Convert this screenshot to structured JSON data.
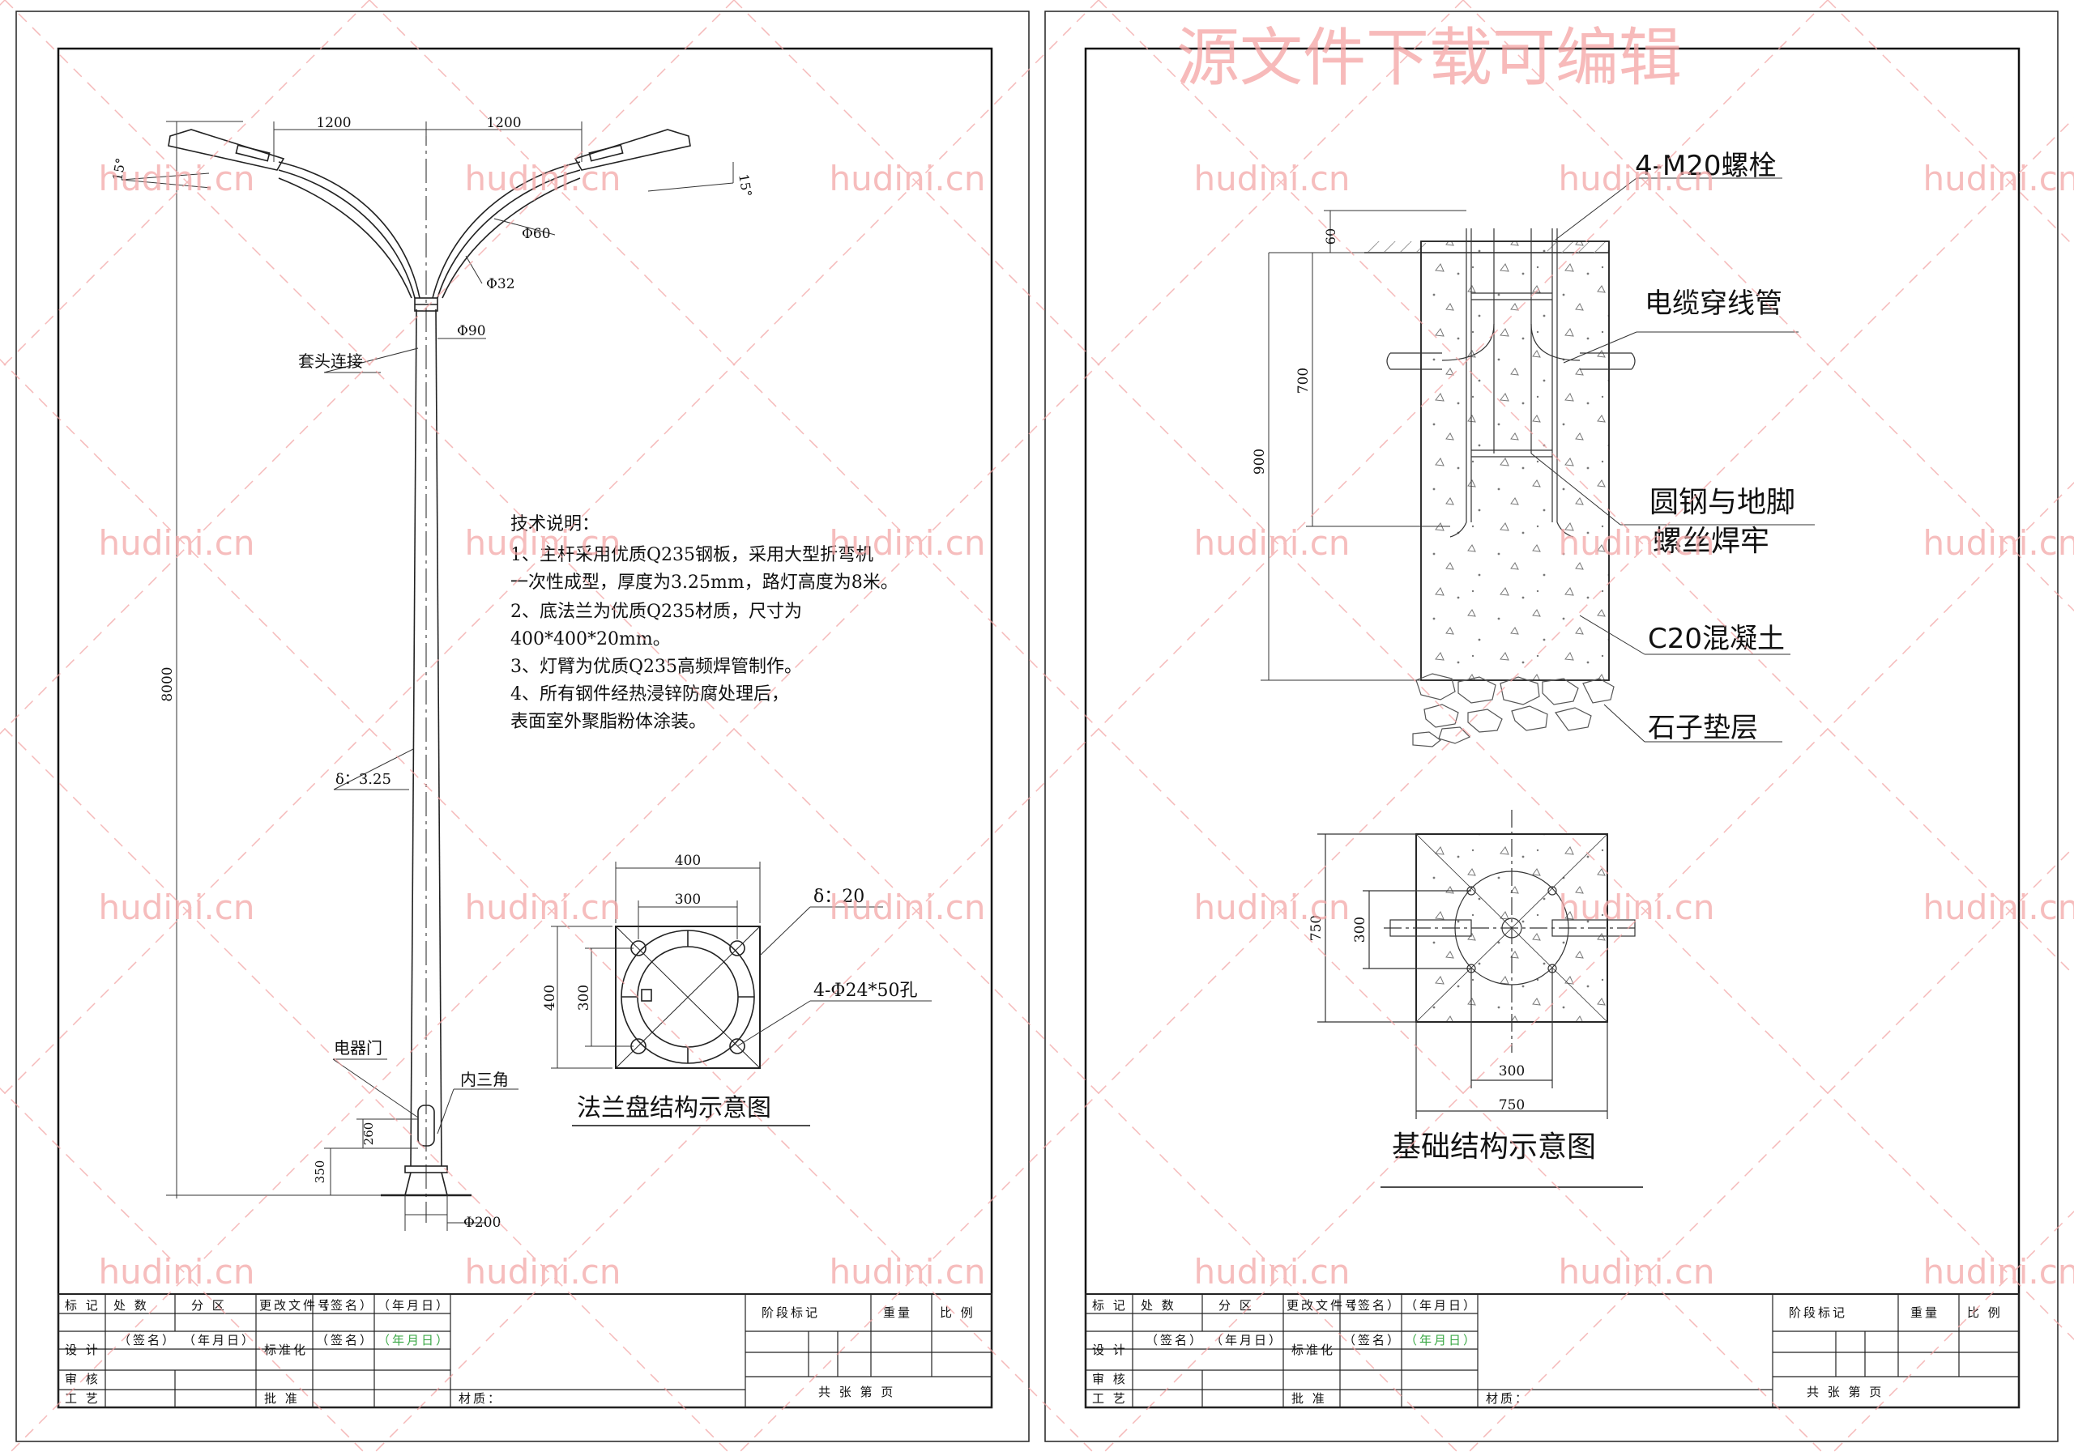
{
  "sheet_left": {
    "dims": {
      "arm_left": "1200",
      "arm_right": "1200",
      "angle_left": "15°",
      "angle_right": "15°",
      "arm_pipe_outer": "Φ60",
      "arm_pipe_inner": "Φ32",
      "pole_top": "Φ90",
      "pole_height": "8000",
      "pole_bottom": "Φ200",
      "door_height": "260",
      "door_offset": "350"
    },
    "labels": {
      "sleeve_joint": "套头连接",
      "wall_thickness": "δ：3.25",
      "electrical_door": "电器门",
      "inner_triangle": "内三角"
    },
    "tech_notes": {
      "title": "技术说明：",
      "lines": [
        "1、主杆采用优质Q235钢板，采用大型折弯机",
        "一次性成型，厚度为3.25mm，路灯高度为8米。",
        "2、底法兰为优质Q235材质，尺寸为",
        "400*400*20mm。",
        "3、灯臂为优质Q235高频焊管制作。",
        "4、所有钢件经热浸锌防腐处理后，",
        "表面室外聚脂粉体涂装。"
      ]
    },
    "flange": {
      "title": "法兰盘结构示意图",
      "width_outer": "400",
      "width_inner": "300",
      "height_outer": "400",
      "height_inner": "300",
      "thickness": "δ：20",
      "holes": "4-Φ24*50孔"
    },
    "title_block": {
      "mark": "标 记",
      "count": "处 数",
      "zone": "分 区",
      "change_doc": "更改文件号",
      "sign": "（签名）",
      "date": "（年月日）",
      "design": "设 计",
      "standardize": "标准化",
      "review": "审 核",
      "process": "工 艺",
      "approve": "批 准",
      "material": "材质：",
      "stage_mark": "阶段标记",
      "weight": "重量",
      "scale": "比 例",
      "sheets": "共    张    第    页"
    }
  },
  "sheet_right": {
    "watermark_title": "源文件下载可编辑",
    "labels": {
      "bolt": "4-M20螺栓",
      "cable_conduit": "电缆穿线管",
      "weld_line1": "圆钢与地脚",
      "weld_line2": "螺丝焊牢",
      "concrete": "C20混凝土",
      "gravel": "石子垫层"
    },
    "dims": {
      "top": "60",
      "bolt_depth": "700",
      "total_depth": "900",
      "plan_height_outer": "750",
      "plan_height_inner": "300",
      "plan_width_inner": "300",
      "plan_width_outer": "750"
    },
    "title": "基础结构示意图",
    "title_block": {
      "mark": "标 记",
      "count": "处 数",
      "zone": "分 区",
      "change_doc": "更改文件号",
      "sign": "（签名）",
      "date": "（年月日）",
      "design": "设 计",
      "standardize": "标准化",
      "review": "审 核",
      "process": "工 艺",
      "approve": "批 准",
      "material": "材质：",
      "stage_mark": "阶段标记",
      "weight": "重量",
      "scale": "比 例",
      "sheets": "共    张    第    页"
    }
  },
  "watermark": "hudini.cn"
}
